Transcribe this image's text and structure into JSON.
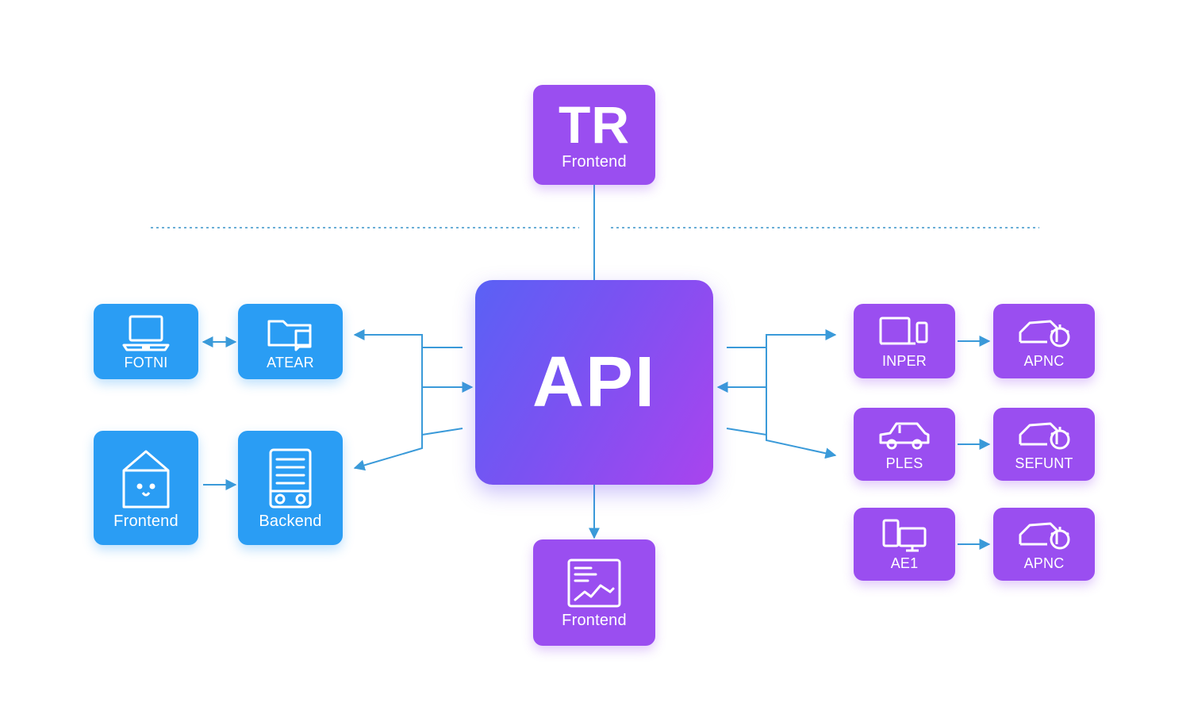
{
  "diagram": {
    "center": {
      "label": "API"
    },
    "top": {
      "title": "TR",
      "label": "Frontend"
    },
    "bottom": {
      "label": "Frontend",
      "icon": "chart-document-icon"
    },
    "left_nodes": [
      {
        "label": "FOTNI",
        "icon": "laptop-icon"
      },
      {
        "label": "ATEAR",
        "icon": "folder-icon"
      },
      {
        "label": "Frontend",
        "icon": "house-icon"
      },
      {
        "label": "Backend",
        "icon": "server-list-icon"
      }
    ],
    "right_nodes": [
      {
        "label": "INPER",
        "icon": "monitor-phone-icon"
      },
      {
        "label": "APNC",
        "icon": "car-gear-icon"
      },
      {
        "label": "PLES",
        "icon": "car-icon"
      },
      {
        "label": "SEFUNT",
        "icon": "car-gear-icon"
      },
      {
        "label": "AE1",
        "icon": "devices-icon"
      },
      {
        "label": "APNC",
        "icon": "car-gear-icon"
      }
    ],
    "colors": {
      "blue_node": "#2a9df4",
      "purple_node": "#9a4ef0",
      "hub_gradient_start": "#5a61f5",
      "hub_gradient_end": "#a944ee",
      "connector": "#3a9ad9"
    }
  }
}
